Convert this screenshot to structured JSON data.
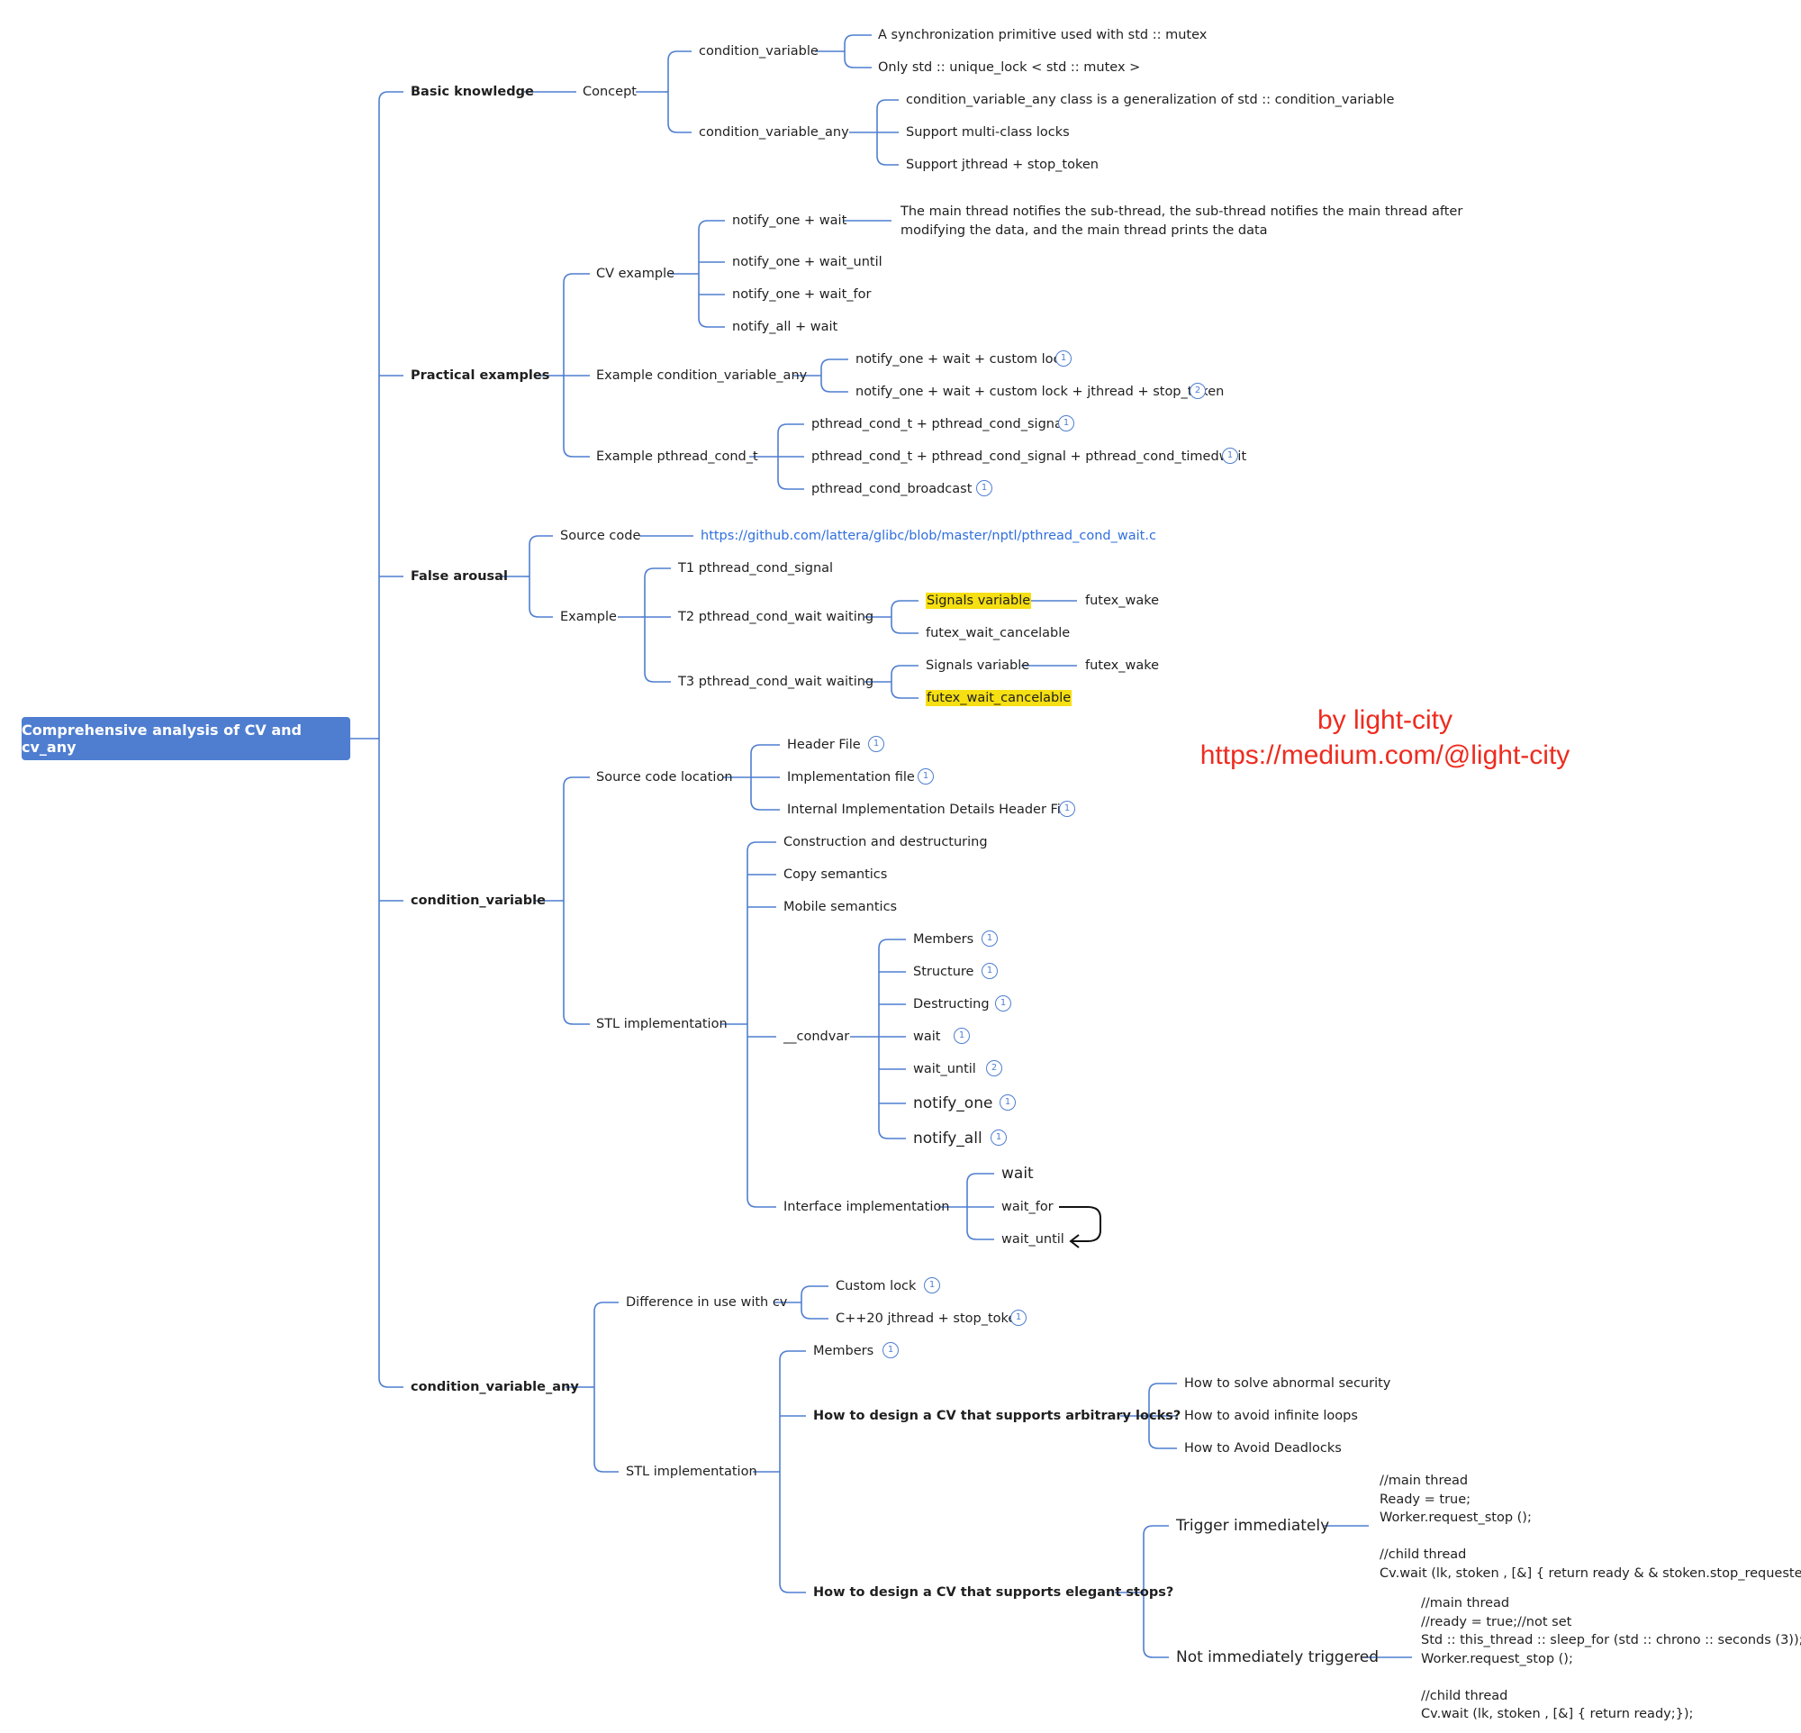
{
  "root": "Comprehensive analysis of CV and cv_any",
  "watermark": {
    "line1": "by light-city",
    "line2": "https://medium.com/@light-city"
  },
  "colors": {
    "line": "#4f7ed0",
    "root_fill": "#4f7ed0",
    "highlight": "#f6df12",
    "link": "#2f6fdd",
    "watermark": "#ee2b1f"
  },
  "n": {
    "basic": "Basic knowledge",
    "concept": "Concept",
    "cv": "condition_variable",
    "cv_sync": "A synchronization primitive used with std :: mutex",
    "cv_only": "Only std :: unique_lock < std :: mutex >",
    "cva": "condition_variable_any",
    "cva_gen": "condition_variable_any class is a generalization of std :: condition_variable",
    "cva_multi": "Support multi-class locks",
    "cva_jt": "Support jthread + stop_token",
    "practical": "Practical examples",
    "cvex": "CV example",
    "no_wait": "notify_one + wait",
    "no_wait_desc": [
      "The main thread notifies the sub-thread, the sub-thread notifies the main thread after",
      "modifying the data, and the main thread prints the data"
    ],
    "no_wait_until": "notify_one + wait_until",
    "no_wait_for": "notify_one + wait_for",
    "na_wait": "notify_all + wait",
    "excva": "Example condition_variable_any",
    "excva_1": "notify_one + wait + custom lock",
    "excva_2": "notify_one + wait + custom lock + jthread + stop_token",
    "expth": "Example pthread_cond_t",
    "expth_1": "pthread_cond_t + pthread_cond_signal",
    "expth_2": "pthread_cond_t + pthread_cond_signal + pthread_cond_timedwait",
    "expth_3": "pthread_cond_broadcast",
    "false": "False arousal",
    "src": "Source code",
    "src_url": "https://github.com/lattera/glibc/blob/master/nptl/pthread_cond_wait.c",
    "fex": "Example",
    "t1": "T1 pthread_cond_signal",
    "t2": "T2 pthread_cond_wait waiting",
    "t2_sig": "Signals variable",
    "t2_fw": "futex_wake",
    "t2_fwc": "futex_wait_cancelable",
    "t3": "T3 pthread_cond_wait waiting",
    "t3_sig": "Signals variable",
    "t3_fw": "futex_wake",
    "t3_fwc": "futex_wait_cancelable",
    "cvmain": "condition_variable",
    "srcloc": "Source code location",
    "hdr": "Header File",
    "impl": "Implementation file",
    "internal": "Internal Implementation Details Header File",
    "stl": "STL implementation",
    "ctor": "Construction and destructuring",
    "copy": "Copy semantics",
    "mobile": "Mobile semantics",
    "condvar": "__condvar",
    "cdv_members": "Members",
    "cdv_struct": "Structure",
    "cdv_destr": "Destructing",
    "cdv_wait": "wait",
    "cdv_wait_until": "wait_until",
    "cdv_notify_one": "notify_one",
    "cdv_notify_all": "notify_all",
    "iface": "Interface implementation",
    "if_wait": "wait",
    "if_wait_for": "wait_for",
    "if_wait_until": "wait_until",
    "cvany": "condition_variable_any",
    "diff": "Difference in use with cv",
    "custom_lock": "Custom lock",
    "cpp20": "C++20 jthread + stop_token",
    "stl2": "STL implementation",
    "members2": "Members",
    "arb": "How to design a CV that supports arbitrary locks?",
    "arb_1": "How to solve abnormal security",
    "arb_2": "How to avoid infinite loops",
    "arb_3": "How to Avoid Deadlocks",
    "elegant": "How to design a CV that supports elegant stops?",
    "trig": "Trigger immediately",
    "trig_code": [
      "//main thread",
      "Ready = true;",
      "Worker.request_stop ();",
      "",
      "//child thread",
      "Cv.wait (lk, stoken , [&] { return ready & & stoken.stop_requested (); });"
    ],
    "notrig": "Not immediately triggered",
    "notrig_code": [
      "//main thread",
      "//ready = true;//not set",
      "Std :: this_thread :: sleep_for (std :: chrono :: seconds (3));",
      "Worker.request_stop ();",
      "",
      "//child thread",
      "Cv.wait (lk, stoken , [&] { return ready;});"
    ]
  },
  "badges": {
    "excva_1": "1",
    "excva_2": "2",
    "expth_1": "1",
    "expth_2": "1",
    "expth_3": "1",
    "hdr": "1",
    "impl": "1",
    "internal": "1",
    "cdv_members": "1",
    "cdv_struct": "1",
    "cdv_destr": "1",
    "cdv_wait": "1",
    "cdv_wait_until": "2",
    "cdv_notify_one": "1",
    "cdv_notify_all": "1",
    "custom_lock": "1",
    "cpp20": "1",
    "members2": "1"
  }
}
